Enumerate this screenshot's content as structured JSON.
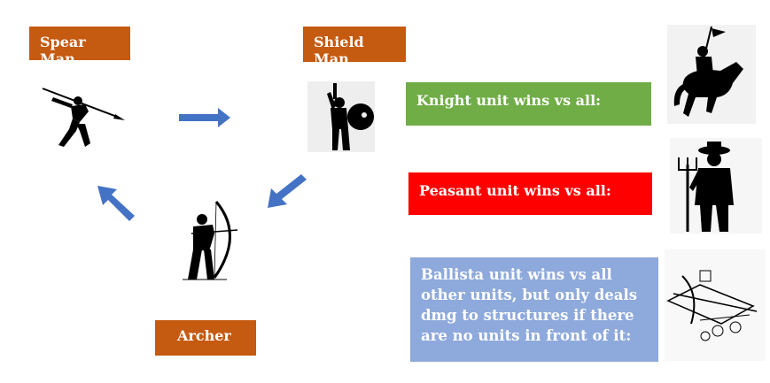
{
  "units": {
    "spear": {
      "label": "Spear Man"
    },
    "shield": {
      "label": "Shield Man"
    },
    "archer": {
      "label": "Archer"
    }
  },
  "special": {
    "knight": {
      "text": "Knight unit wins vs all:"
    },
    "peasant": {
      "text": "Peasant unit wins vs all:"
    },
    "ballista": {
      "lines": [
        "Ballista unit wins vs all",
        "other units, but only deals",
        "dmg to structures if there",
        "are no units in front of it:"
      ]
    }
  },
  "colors": {
    "label_orange": "#C55A11",
    "knight_green": "#70AD47",
    "peasant_red": "#FF0000",
    "ballista_blue": "#8EA9DB",
    "arrow_blue": "#4472C4"
  },
  "icons": [
    "spearman-icon",
    "shieldman-icon",
    "archer-icon",
    "knight-icon",
    "peasant-icon",
    "ballista-icon",
    "arrow-right-icon",
    "arrow-down-left-icon",
    "arrow-up-left-icon"
  ]
}
